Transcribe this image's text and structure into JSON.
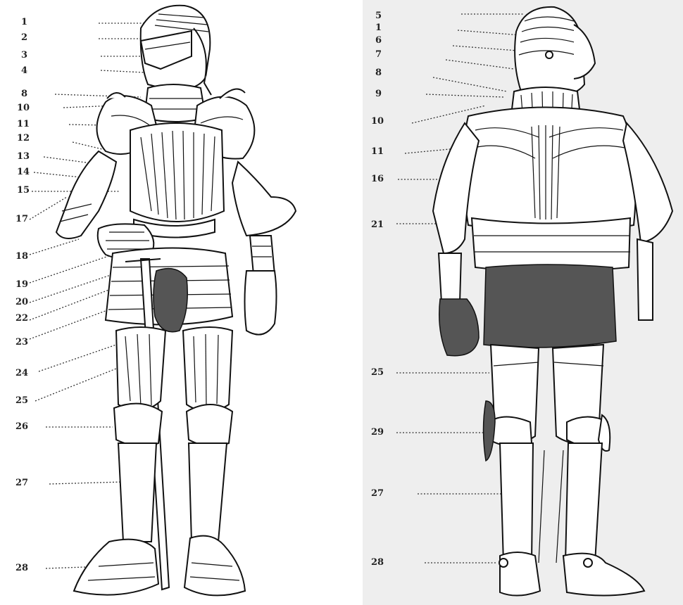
{
  "colors": {
    "ink": "#111111",
    "back_panel_bg": "#eeeeee",
    "mail": "#555555"
  },
  "front_labels": [
    "1",
    "2",
    "3",
    "4",
    "8",
    "10",
    "11",
    "12",
    "13",
    "14",
    "15",
    "17",
    "18",
    "19",
    "20",
    "22",
    "23",
    "24",
    "25",
    "26",
    "27",
    "28"
  ],
  "back_labels": [
    "5",
    "1",
    "6",
    "7",
    "8",
    "9",
    "10",
    "11",
    "16",
    "21",
    "25",
    "29",
    "27",
    "28"
  ]
}
